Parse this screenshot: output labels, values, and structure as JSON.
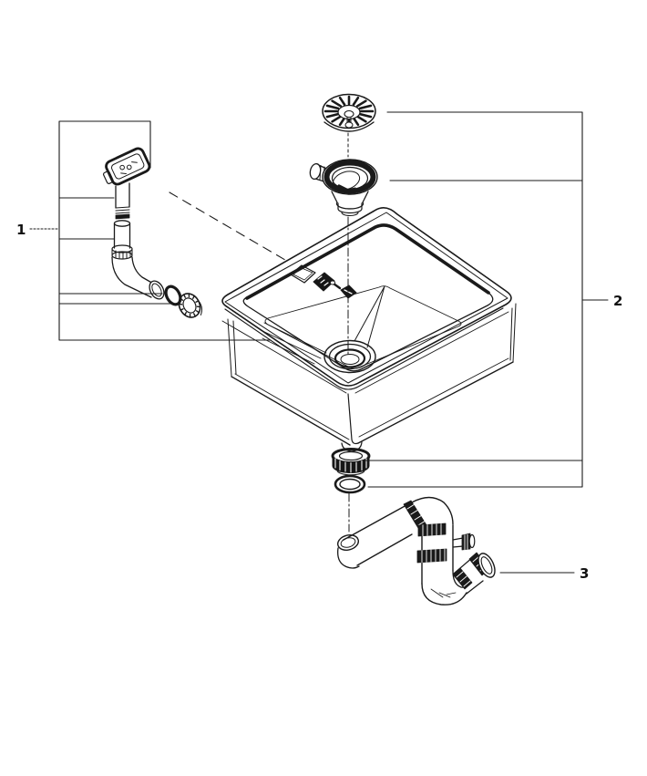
{
  "diagram": {
    "type": "exploded-parts-diagram",
    "background": "#ffffff",
    "ink": "#1a1a1a",
    "labels": {
      "part1": "1",
      "part2": "2",
      "part3": "3"
    }
  }
}
